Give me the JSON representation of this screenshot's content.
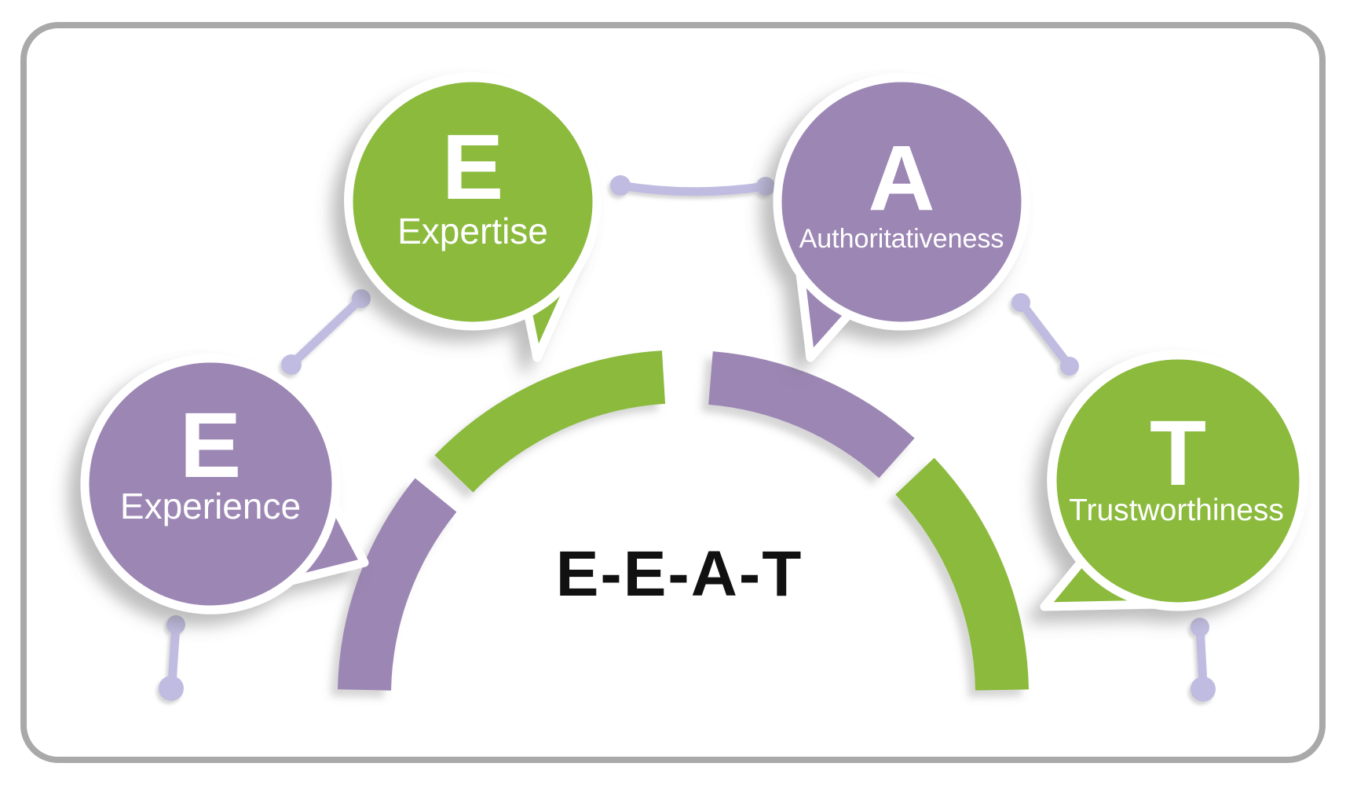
{
  "title": "E-E-A-T",
  "bubbles": [
    {
      "id": "expertise",
      "letter": "E",
      "label": "Expertise"
    },
    {
      "id": "authoritativeness",
      "letter": "A",
      "label": "Authoritativeness"
    },
    {
      "id": "experience",
      "letter": "E",
      "label": "Experience"
    },
    {
      "id": "trustworthiness",
      "letter": "T",
      "label": "Trustworthiness"
    }
  ],
  "colors": {
    "green": "#8bba3c",
    "purple": "#9c86b4",
    "connector": "#c0bce1",
    "bubble_text": "#ffffff",
    "title_text": "#111111",
    "card_border": "#a9a9a9",
    "card_background": "#ffffff"
  }
}
